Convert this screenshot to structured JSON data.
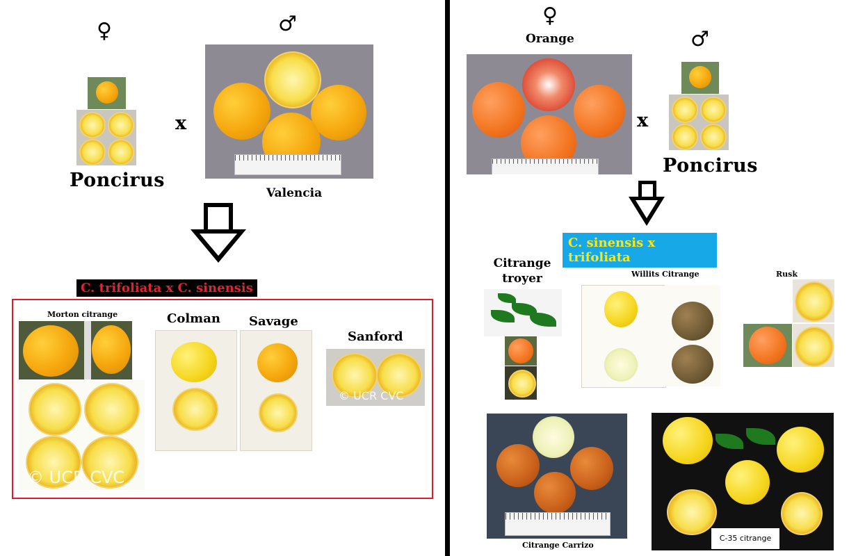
{
  "symbols": {
    "female": "♀",
    "male": "♂",
    "cross": "x"
  },
  "left": {
    "female_name": "Poncirus",
    "male_name": "Valencia",
    "hybrid_label": "C. trifoliata x C. sinensis",
    "varieties": [
      "Morton citrange",
      "Colman",
      "Savage",
      "Sanford"
    ],
    "watermark_large": "© UCR CVC",
    "watermark_small": "© UCR CVC"
  },
  "right": {
    "female_name": "Orange",
    "male_name": "Poncirus",
    "hybrid_label": "C. sinensis x trifoliata",
    "varieties": [
      "Citrange troyer",
      "Willits Citrange",
      "Rusk",
      "Citrange Carrizo",
      "C-35 citrange"
    ]
  },
  "colors": {
    "hybrid_left_text": "#e8212a",
    "hybrid_right_bg": "#17a8e8",
    "hybrid_right_text": "#f5e81c",
    "frame": "#e01a2a"
  }
}
